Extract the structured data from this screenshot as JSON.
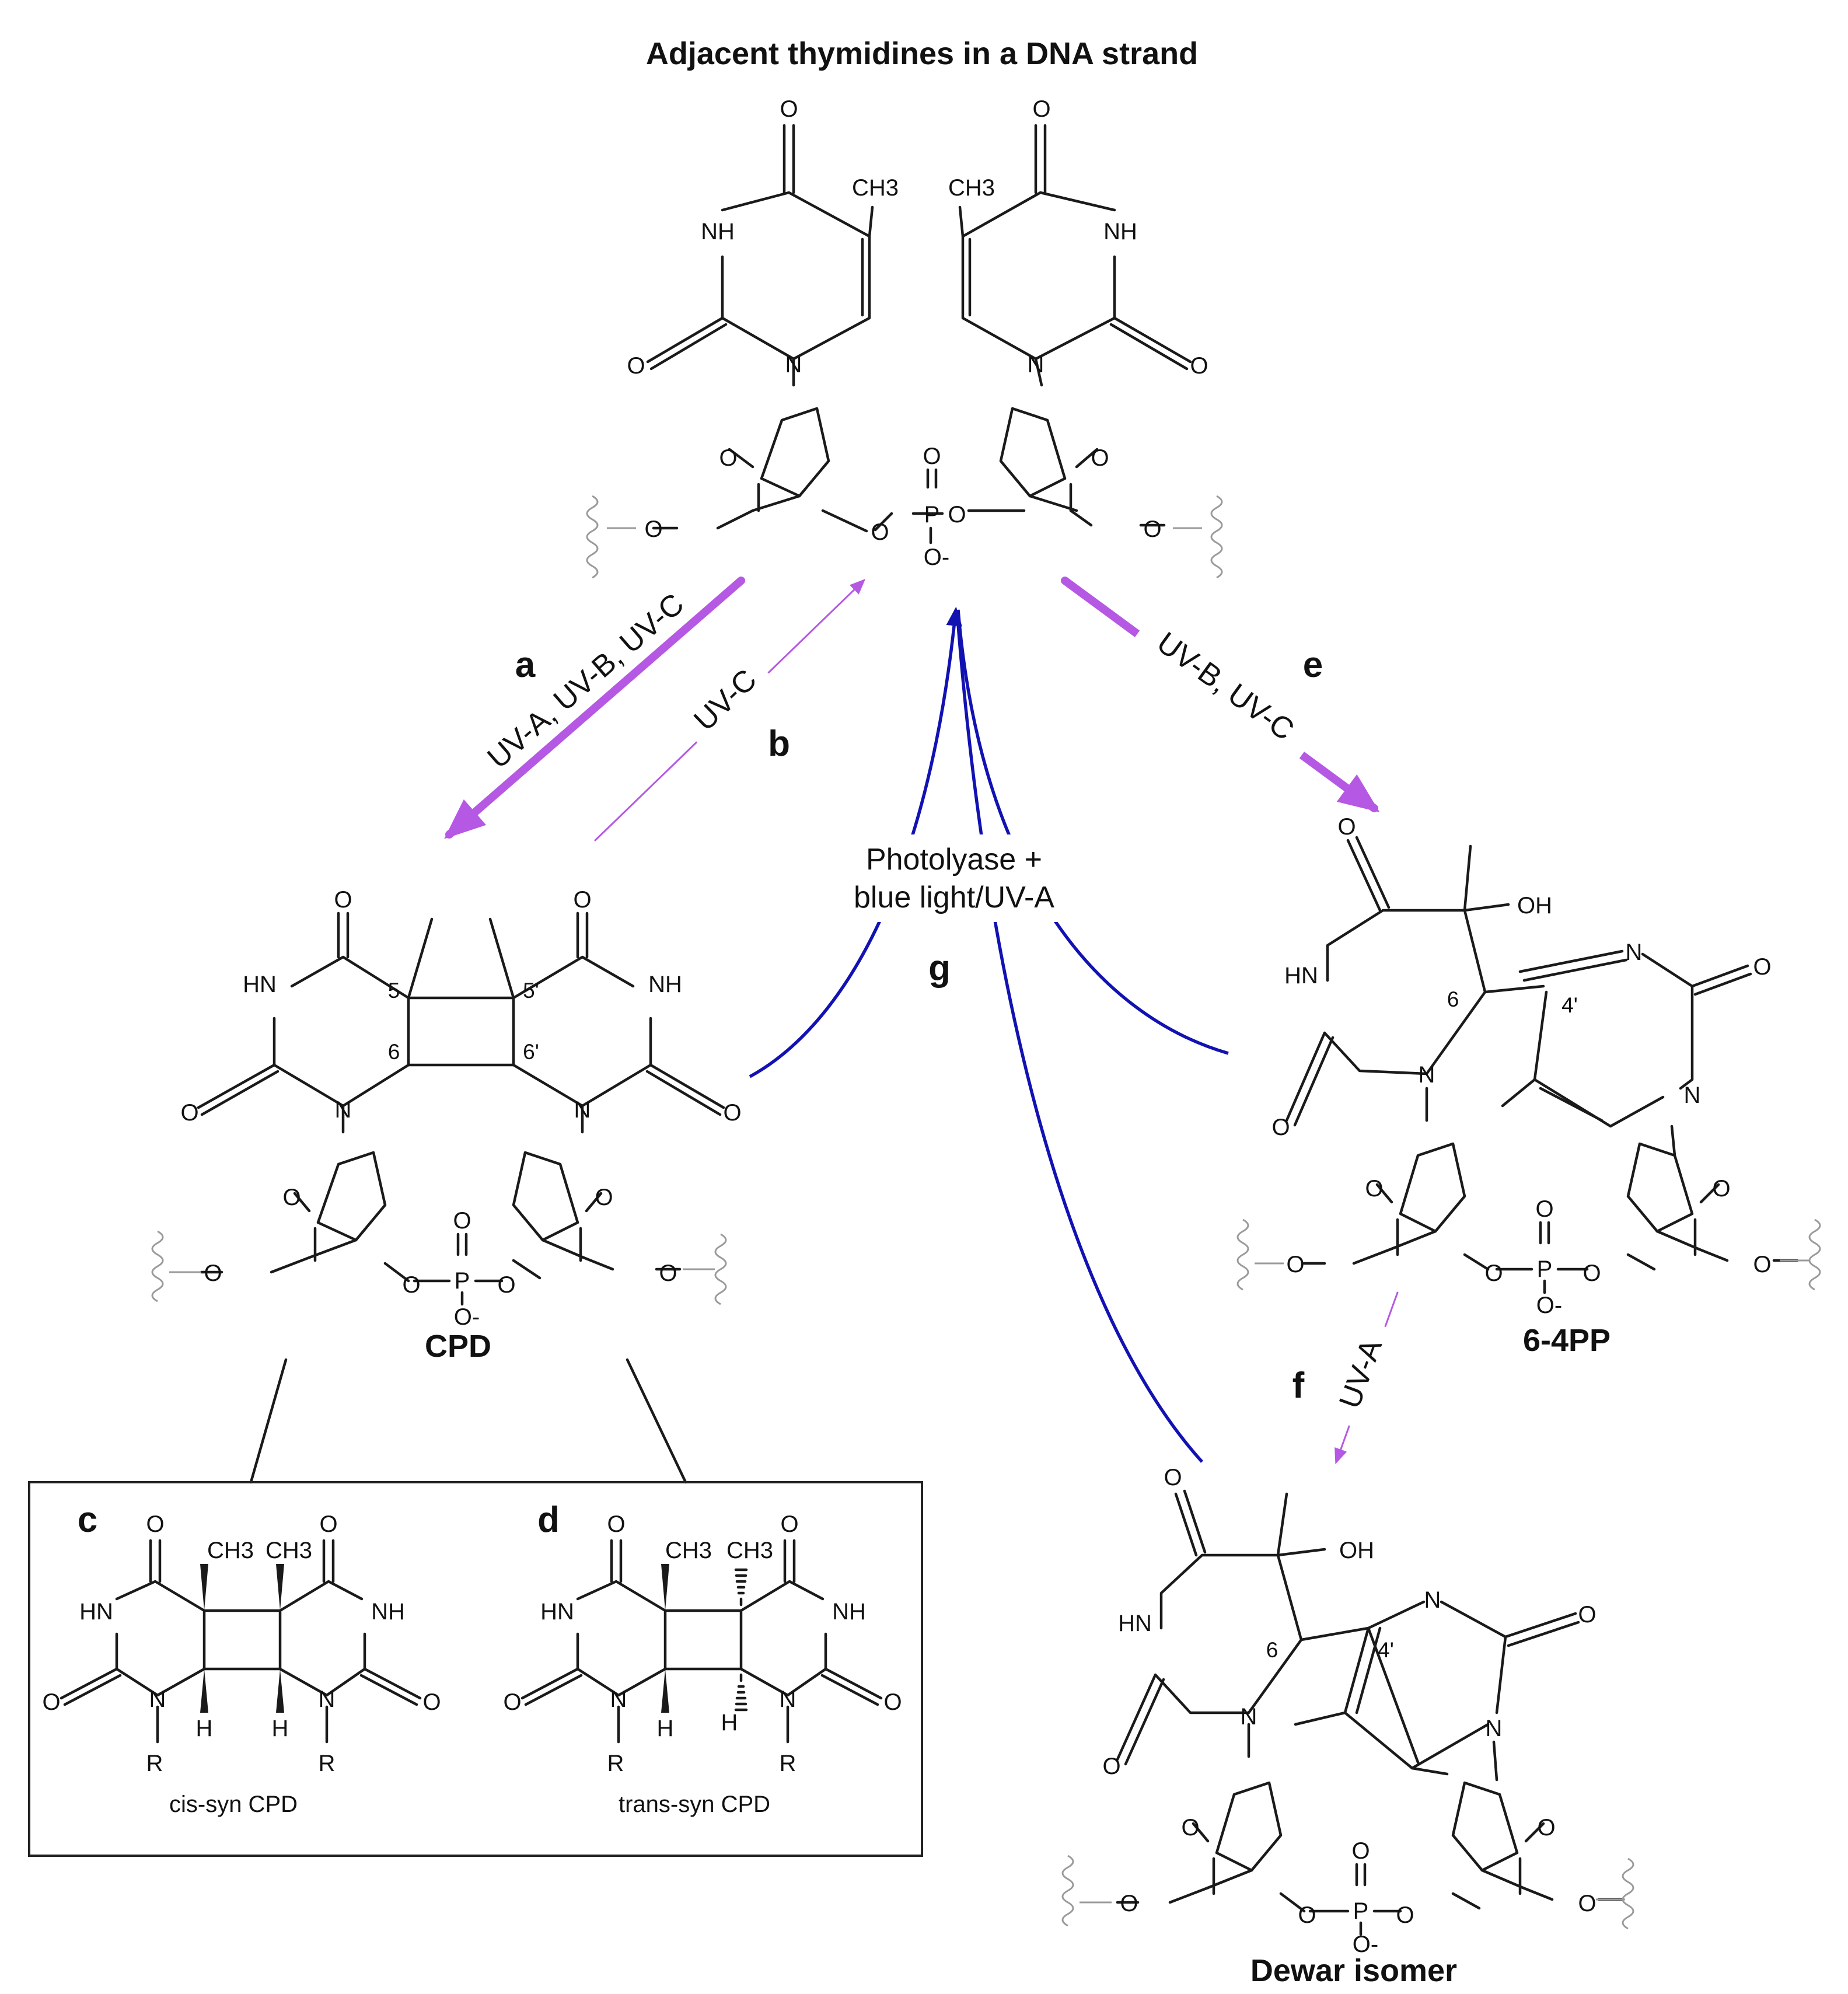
{
  "title": "Adjacent thymidines in a DNA strand",
  "colors": {
    "uv_arrow": "#b558e3",
    "repair_arrow": "#1212b3",
    "bond": "#1a1a1a",
    "strand_squiggle": "#9a9a9a"
  },
  "atoms": {
    "O": "O",
    "N": "N",
    "NH": "NH",
    "HN": "HN",
    "CH3": "CH3",
    "OH": "OH",
    "H": "H",
    "R": "R",
    "P": "P",
    "O_minus": "O-"
  },
  "steps": {
    "a": {
      "letter": "a",
      "label": "UV-A, UV-B, UV-C"
    },
    "b": {
      "letter": "b",
      "label": "UV-C"
    },
    "e": {
      "letter": "e",
      "label": "UV-B, UV-C"
    },
    "f": {
      "letter": "f",
      "label": "UV-A"
    },
    "g": {
      "letter": "g",
      "label_line1": "Photolyase +",
      "label_line2": "blue light/UV-A"
    },
    "c": {
      "letter": "c",
      "caption": "cis-syn CPD"
    },
    "d": {
      "letter": "d",
      "caption": "trans-syn CPD"
    }
  },
  "products": {
    "cpd": "CPD",
    "pp64": "6-4PP",
    "dewar": "Dewar isomer"
  },
  "cpd_positions": {
    "p5": "5",
    "p5p": "5'",
    "p6": "6",
    "p6p": "6'"
  },
  "pp64_positions": {
    "p6": "6",
    "p4p": "4'"
  },
  "dewar_positions": {
    "p6": "6",
    "p4p": "4'"
  }
}
